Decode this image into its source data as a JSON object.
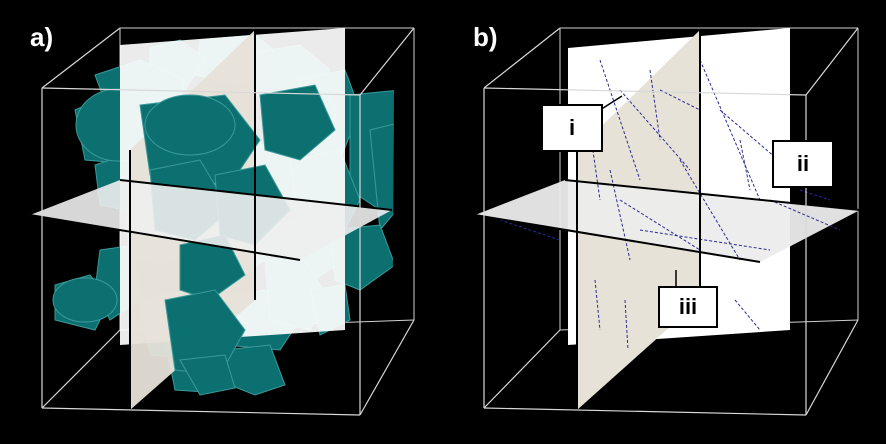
{
  "panels": [
    {
      "label": "a)"
    },
    {
      "label": "b)"
    }
  ],
  "plane_tags": [
    "i",
    "ii",
    "iii"
  ],
  "colors": {
    "background": "#000000",
    "cube_edge": "#d8d8d8",
    "fracture_fill": "#0d7070",
    "plane_white": "#ffffff",
    "plane_grey": "#e8e8e8",
    "plane_beige": "#e7e2d8",
    "trace_line": "#2a2a90"
  }
}
